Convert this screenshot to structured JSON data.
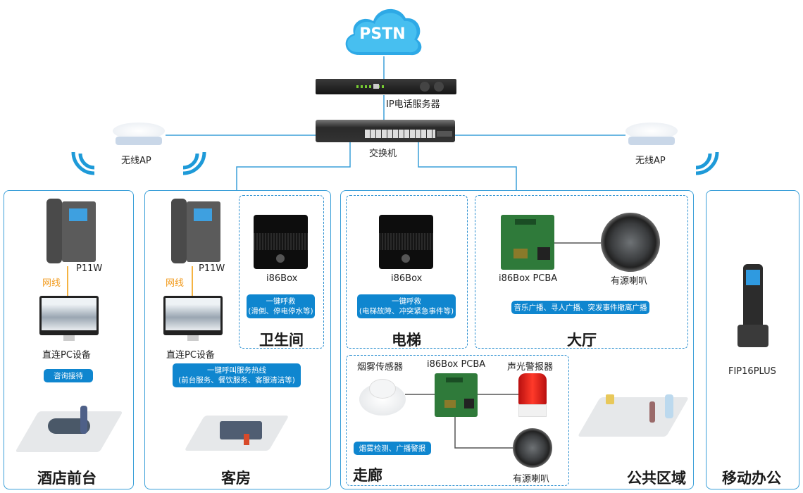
{
  "cloud": {
    "label": "PSTN",
    "color": "#3cb4ec"
  },
  "server": {
    "label": "IP电话服务器"
  },
  "switch": {
    "label": "交换机"
  },
  "access_points": [
    {
      "label": "无线AP"
    },
    {
      "label": "无线AP"
    }
  ],
  "zones": {
    "front_desk": {
      "title": "酒店前台",
      "phone_label": "P11W",
      "cable_label": "网线",
      "pc_label": "直连PC设备",
      "pill": "咨询接待"
    },
    "guest_room": {
      "title": "客房",
      "phone_label": "P11W",
      "cable_label": "网线",
      "pc_label": "直连PC设备",
      "pill_line1": "一键呼叫服务热线",
      "pill_line2": "(前台服务、餐饮服务、客服清洁等)"
    },
    "bathroom": {
      "title": "卫生间",
      "device_label": "i86Box",
      "pill_line1": "一键呼救",
      "pill_line2": "(滑倒、停电停水等)"
    },
    "elevator": {
      "title": "电梯",
      "device_label": "i86Box",
      "pill_line1": "一键呼救",
      "pill_line2": "(电梯故障、冲突紧急事件等)"
    },
    "lobby": {
      "title": "大厅",
      "pcba_label": "i86Box PCBA",
      "speaker_label": "有源喇叭",
      "pill": "音乐广播、寻人广播、突发事件撤离广播"
    },
    "corridor": {
      "title": "走廊",
      "smoke_label": "烟雾传感器",
      "pcba_label": "i86Box PCBA",
      "alarm_label": "声光警报器",
      "speaker_label": "有源喇叭",
      "pill": "烟雾检测、广播警报"
    },
    "public_area": {
      "title": "公共区域"
    },
    "mobile_office": {
      "title": "移动办公",
      "device_label": "FIP16PLUS"
    }
  },
  "colors": {
    "line": "#3a9fd8",
    "pill": "#0f86cf",
    "cable": "#f5b342"
  }
}
